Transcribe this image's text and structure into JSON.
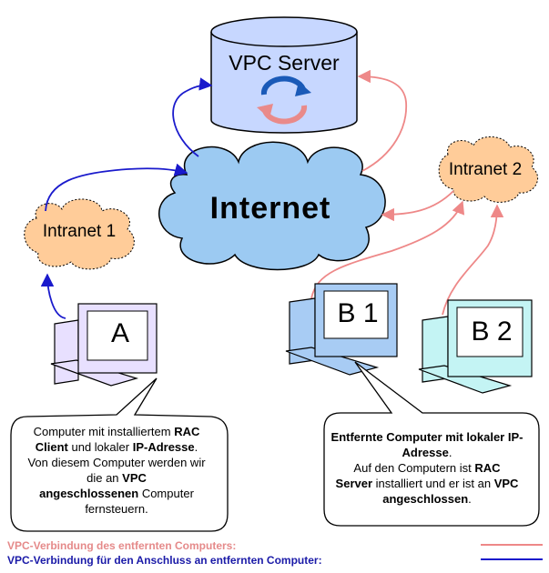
{
  "server": {
    "title": "VPC Server"
  },
  "internet": {
    "label": "Internet"
  },
  "intranets": {
    "one": "Intranet 1",
    "two": "Intranet 2"
  },
  "computers": {
    "a": "A",
    "b1": "B 1",
    "b2": "B 2"
  },
  "bubble_a": {
    "t1": "Computer mit installiertem ",
    "b1": "RAC",
    "b2": "Client",
    "t2": " und lokaler ",
    "b3": "IP-Adresse",
    "t3": ".",
    "t4": "Von diesem Computer werden wir die an ",
    "b4": "VPC",
    "b5": "angeschlossenen",
    "t5": " Computer fernsteuern."
  },
  "bubble_b": {
    "b1": "Entfernte Computer mit lokaler IP-Adresse",
    "t1": ".",
    "t2": "Auf den Computern ist ",
    "b2": "RAC",
    "b3": "Server",
    "t3": " installiert und er ist an ",
    "b4": "VPC angeschlossen",
    "t4": "."
  },
  "legend": {
    "remote": "VPC-Verbindung des entfernten Computers:",
    "local": "VPC-Verbindung für den Anschluss an entfernten Computer:"
  },
  "colors": {
    "remote_line": "#ee8888",
    "local_line": "#1a1acc",
    "server_fill": "#c7d7ff",
    "cloud_fill": "#9ccaf2",
    "intranet_fill": "#ffcc99",
    "computer_a_fill": "#e8e0ff",
    "computer_b1_fill": "#a8ccf4",
    "computer_b2_fill": "#c4f4f4"
  }
}
